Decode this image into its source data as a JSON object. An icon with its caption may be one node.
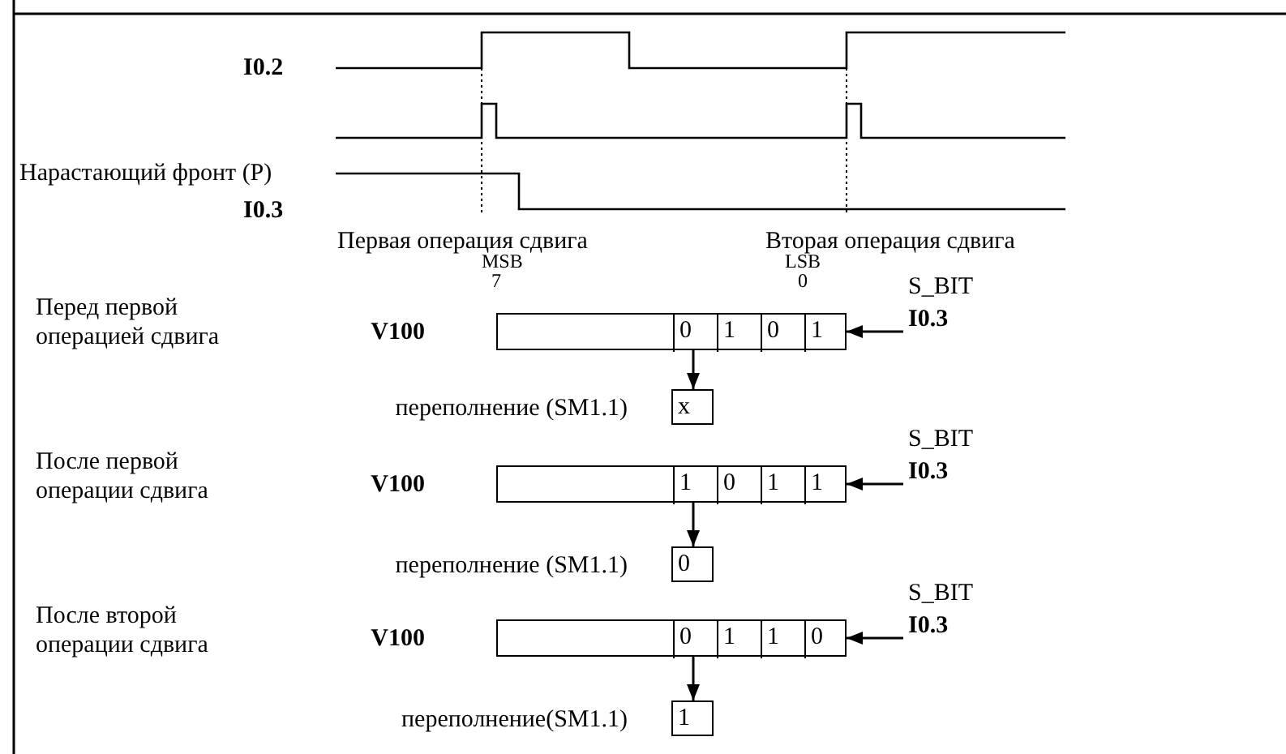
{
  "diagram": {
    "nodes": [
      {
        "text": [],
        "shape": "box",
        "beside": [
          "V100"
        ]
      },
      {
        "text": [
          "0"
        ],
        "in": 0
      },
      {
        "text": [
          "1"
        ],
        "in": 0
      },
      {
        "text": [
          "0"
        ],
        "in": 0
      },
      {
        "text": [
          "1"
        ],
        "in": 0
      },
      {
        "text": [
          "x"
        ],
        "beside": [
          "переполнение (SM1.1)"
        ]
      },
      {
        "text": [
          "S_BIT",
          "I0.3"
        ]
      },
      {
        "text": [],
        "shape": "box",
        "beside": [
          "V100"
        ]
      },
      {
        "text": [
          "1"
        ],
        "in": 7
      },
      {
        "text": [
          "0"
        ],
        "in": 7
      },
      {
        "text": [
          "1"
        ],
        "in": 7
      },
      {
        "text": [
          "1"
        ],
        "in": 7
      },
      {
        "text": [
          "0"
        ],
        "beside": [
          "переполнение (SM1.1)"
        ]
      },
      {
        "text": [
          "S_BIT",
          "I0.3"
        ]
      },
      {
        "text": [],
        "shape": "box",
        "beside": [
          "V100"
        ]
      },
      {
        "text": [
          "0"
        ],
        "in": 14
      },
      {
        "text": [
          "1"
        ],
        "in": 14
      },
      {
        "text": [
          "1"
        ],
        "in": 14
      },
      {
        "text": [
          "0"
        ],
        "in": 14
      },
      {
        "text": [
          "1"
        ],
        "beside": [
          "переполнение(SM1.1)"
        ]
      },
      {
        "text": [
          "S_BIT",
          "I0.3"
        ]
      }
    ],
    "edges": [
      {
        "from": 6,
        "to": 0,
        "arrow": "to"
      },
      {
        "from": 1,
        "to": 5,
        "arrow": "to"
      },
      {
        "from": 13,
        "to": 7,
        "arrow": "to"
      },
      {
        "from": 8,
        "to": 12,
        "arrow": "to"
      },
      {
        "from": 20,
        "to": 14,
        "arrow": "to"
      },
      {
        "from": 15,
        "to": 19,
        "arrow": "to"
      }
    ],
    "labels": [
      "I0.2",
      "Нарастающий фронт (P)",
      "I0.3",
      "Первая операция сдвига",
      "Вторая операция сдвига",
      "MSB",
      "7",
      "LSB",
      "0",
      "Перед первой операцией сдвига",
      "После первой операции сдвига",
      "После второй операции сдвига"
    ]
  }
}
